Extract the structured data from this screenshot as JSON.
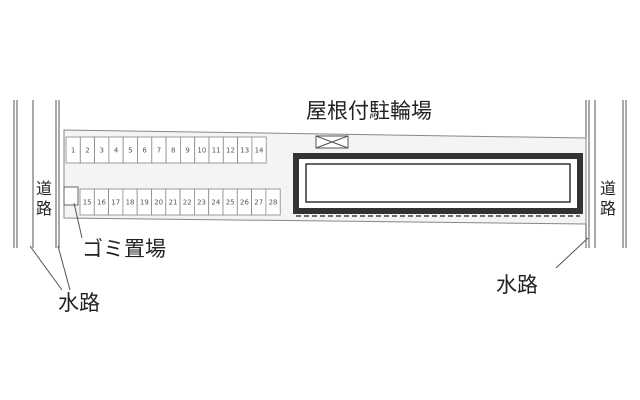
{
  "labels": {
    "road_left": [
      "道",
      "路"
    ],
    "road_right": [
      "道",
      "路"
    ],
    "bike_parking": "屋根付駐輪場",
    "garbage": "ゴミ置場",
    "waterway_left": "水路",
    "waterway_right": "水路"
  },
  "parking": {
    "top_row": [
      "1",
      "2",
      "3",
      "4",
      "5",
      "6",
      "7",
      "8",
      "9",
      "10",
      "11",
      "12",
      "13",
      "14"
    ],
    "bottom_row": [
      "15",
      "16",
      "17",
      "18",
      "19",
      "20",
      "21",
      "22",
      "23",
      "24",
      "25",
      "26",
      "27",
      "28"
    ]
  },
  "colors": {
    "line": "#777777",
    "building": "#333333",
    "lot_fill": "#f1f1f1"
  }
}
